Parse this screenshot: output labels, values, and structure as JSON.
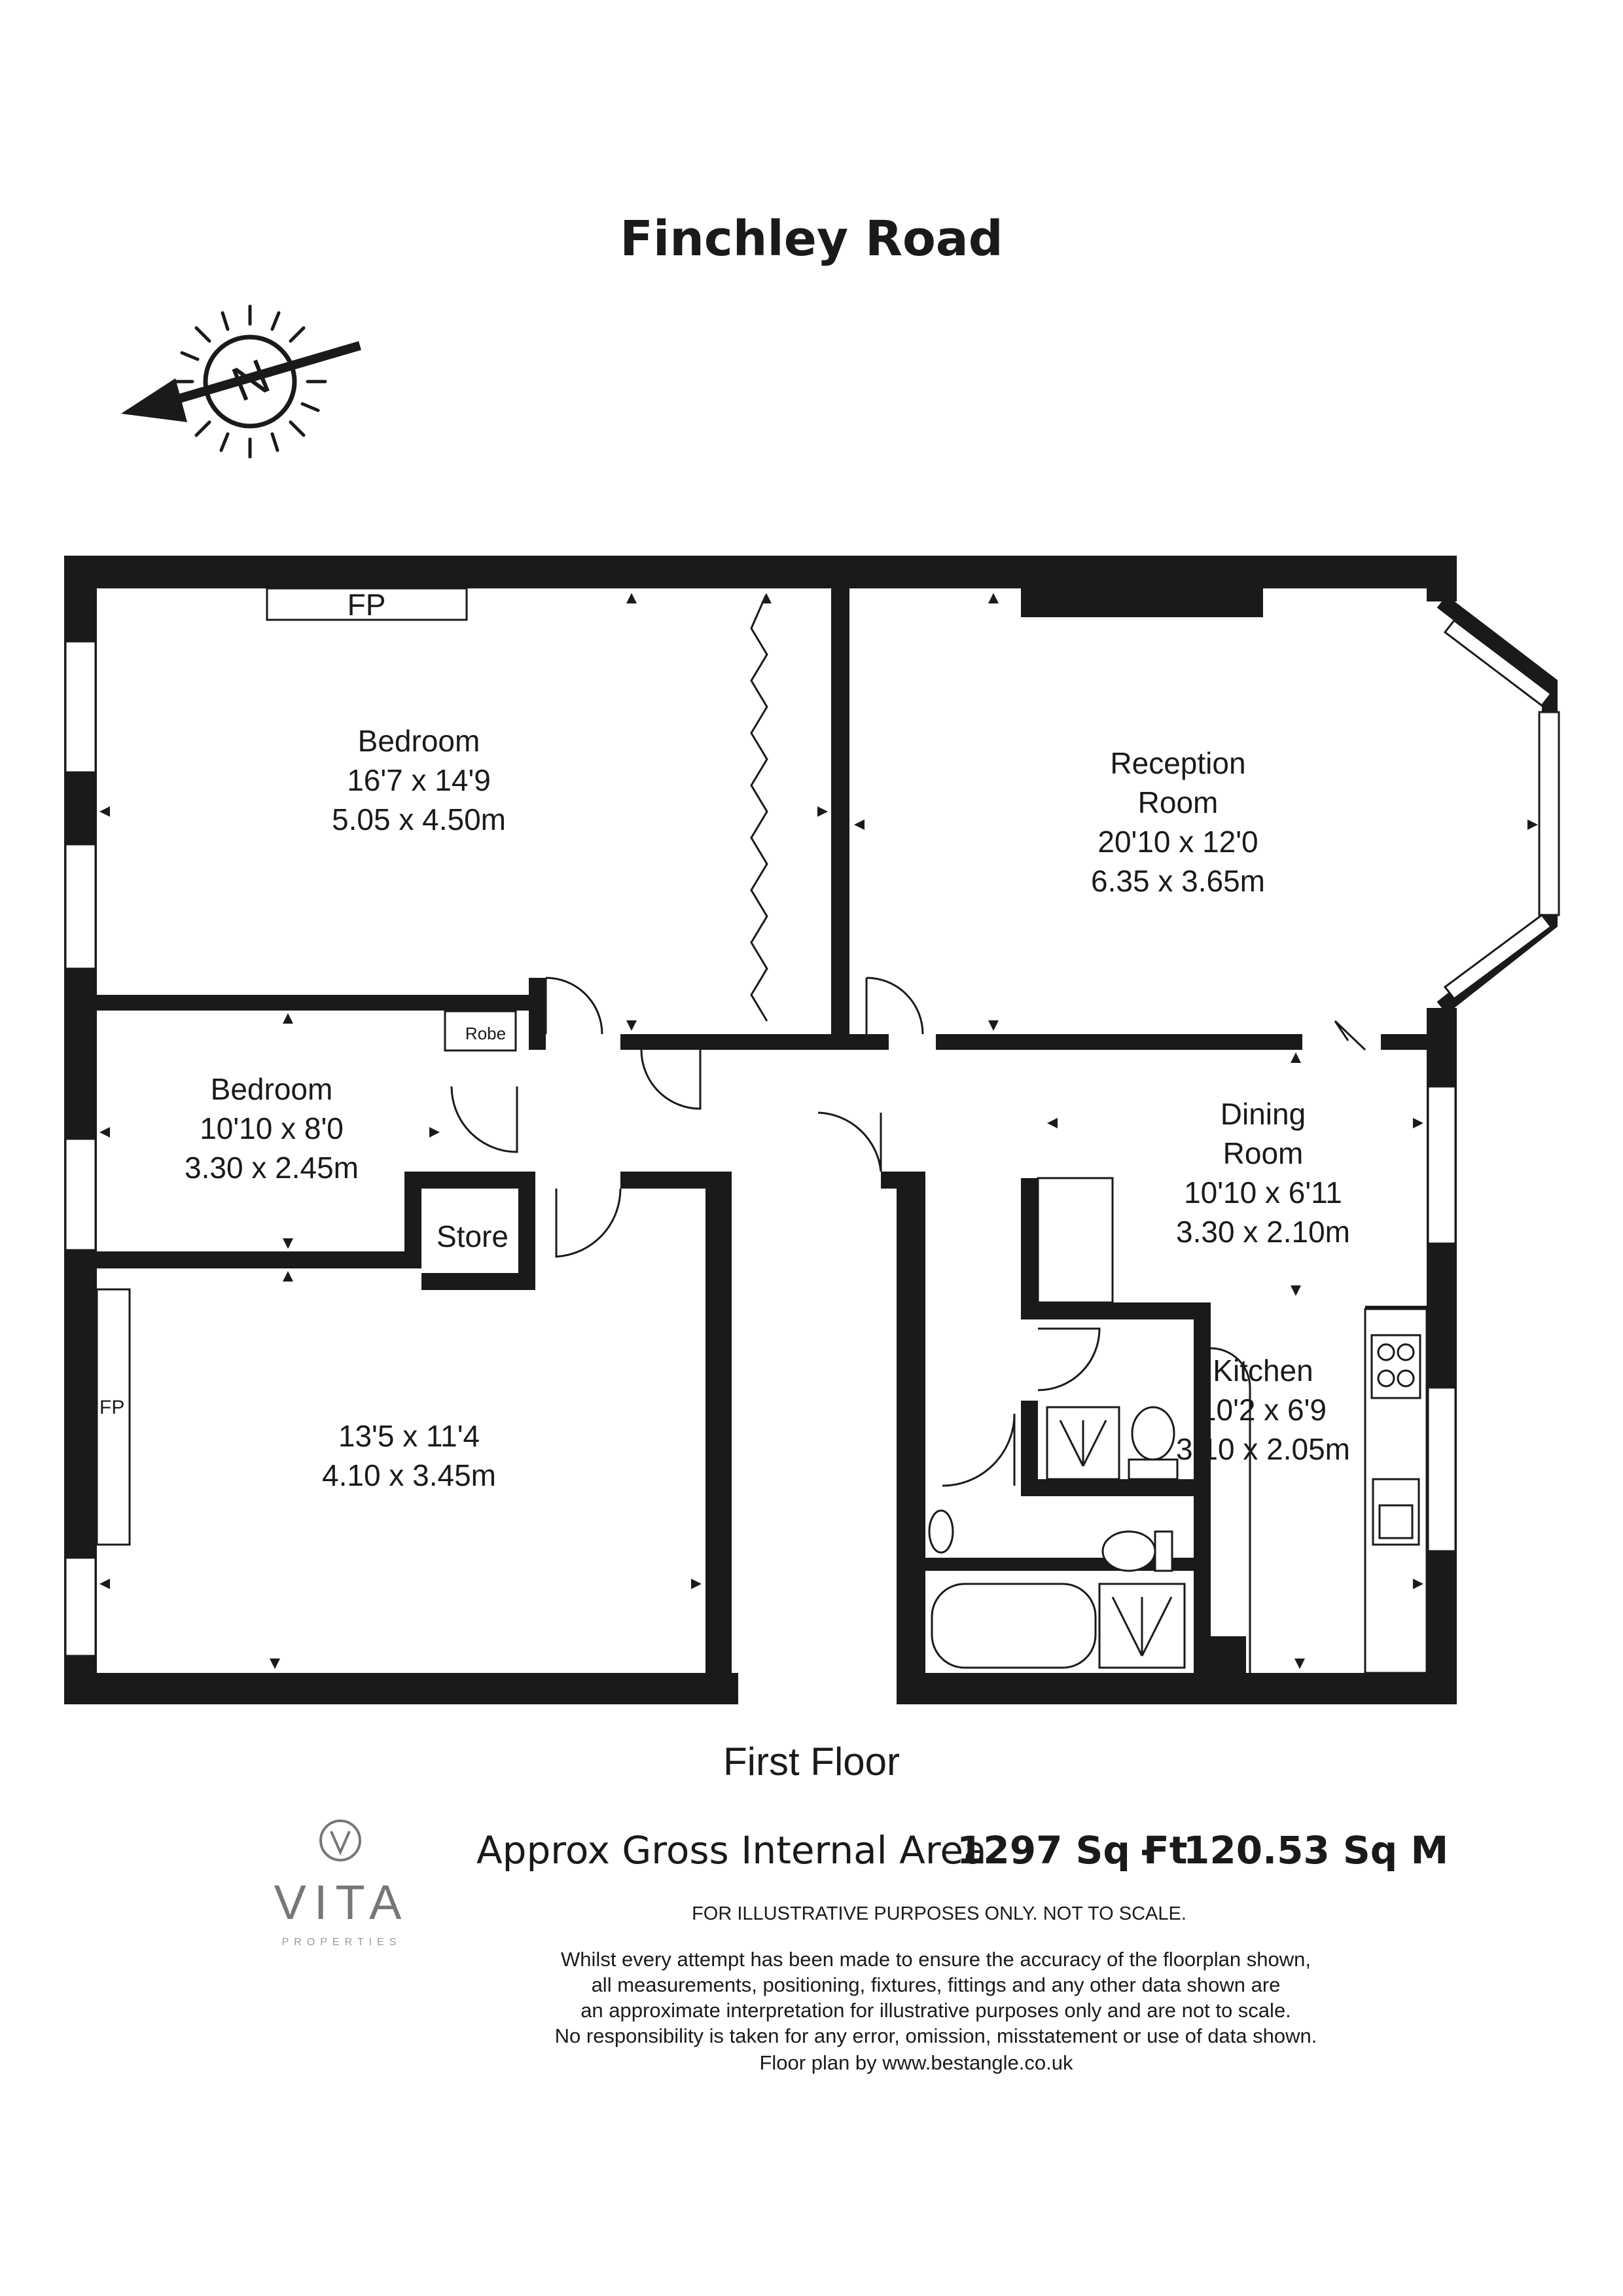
{
  "title": "Finchley Road",
  "compass": {
    "label": "N",
    "icon": "north-compass-icon"
  },
  "rooms": {
    "bedroom_main": {
      "name": "Bedroom",
      "imperial": "16'7 x 14'9",
      "metric": "5.05 x 4.50m",
      "fireplace": "FP"
    },
    "reception": {
      "name_line1": "Reception",
      "name_line2": "Room",
      "imperial": "20'10 x 12'0",
      "metric": "6.35 x 3.65m"
    },
    "bedroom_small": {
      "name": "Bedroom",
      "imperial": "10'10 x 8'0",
      "metric": "3.30 x 2.45m"
    },
    "robe": {
      "name": "Robe"
    },
    "store": {
      "name": "Store"
    },
    "dining": {
      "name_line1": "Dining",
      "name_line2": "Room",
      "imperial": "10'10 x 6'11",
      "metric": "3.30 x 2.10m"
    },
    "kitchen": {
      "name": "Kitchen",
      "imperial": "10'2 x 6'9",
      "metric": "3.10 x 2.05m"
    },
    "room_lower": {
      "imperial": "13'5 x 11'4",
      "metric": "4.10 x 3.45m",
      "fireplace": "FP"
    }
  },
  "floor_label": "First Floor",
  "area": {
    "label": "Approx Gross Internal Area",
    "sqft": "1297 Sq Ft",
    "separator": "-",
    "sqm": "120.53 Sq M"
  },
  "brand": {
    "logo_icon": "vita-v-logo-icon",
    "name": "VITA",
    "sub": "PROPERTIES"
  },
  "disclaimer": "FOR ILLUSTRATIVE PURPOSES ONLY. NOT TO SCALE.",
  "notes": [
    "Whilst every attempt has been made to ensure the accuracy of the floorplan shown,",
    "all measurements, positioning, fixtures, fittings and any other data shown are",
    "an approximate interpretation for illustrative purposes only and are not to scale.",
    "No responsibility is taken for any error, omission, misstatement or use of data shown.",
    "Floor plan by www.bestangle.co.uk"
  ],
  "colors": {
    "ink": "#1a1a1a",
    "brand_grey": "#777777",
    "background": "#ffffff"
  }
}
